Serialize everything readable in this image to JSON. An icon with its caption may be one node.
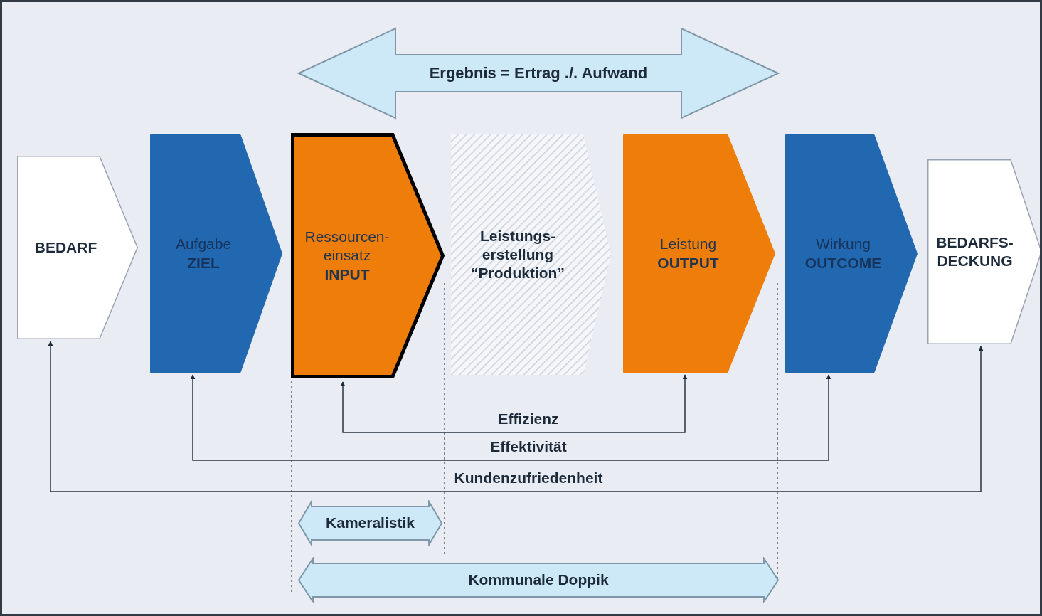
{
  "diagram": {
    "nodes": [
      {
        "text": [
          "Ergebnis = Ertrag ./. Aufwand"
        ]
      },
      {
        "text": [
          "BEDARF"
        ]
      },
      {
        "text": [
          "Aufgabe",
          "ZIEL"
        ]
      },
      {
        "text": [
          "Ressourcen- einsatz",
          "INPUT"
        ]
      },
      {
        "text": [
          "Leistungs- erstellung “Produktion”"
        ]
      },
      {
        "text": [
          "Leistung",
          "OUTPUT"
        ]
      },
      {
        "text": [
          "Wirkung",
          "OUTCOME"
        ]
      },
      {
        "text": [
          "BEDARFS- DECKUNG"
        ]
      },
      {
        "text": [
          "Kameralistik"
        ]
      },
      {
        "text": [
          "Kommunale Doppik"
        ]
      }
    ],
    "edges": [
      {
        "from": 3,
        "to": 5,
        "arrow": "both",
        "label": "Effizienz"
      },
      {
        "from": 2,
        "to": 6,
        "arrow": "both",
        "label": "Effektivität"
      },
      {
        "from": 1,
        "to": 7,
        "arrow": "both",
        "label": "Kundenzufriedenheit"
      }
    ]
  }
}
